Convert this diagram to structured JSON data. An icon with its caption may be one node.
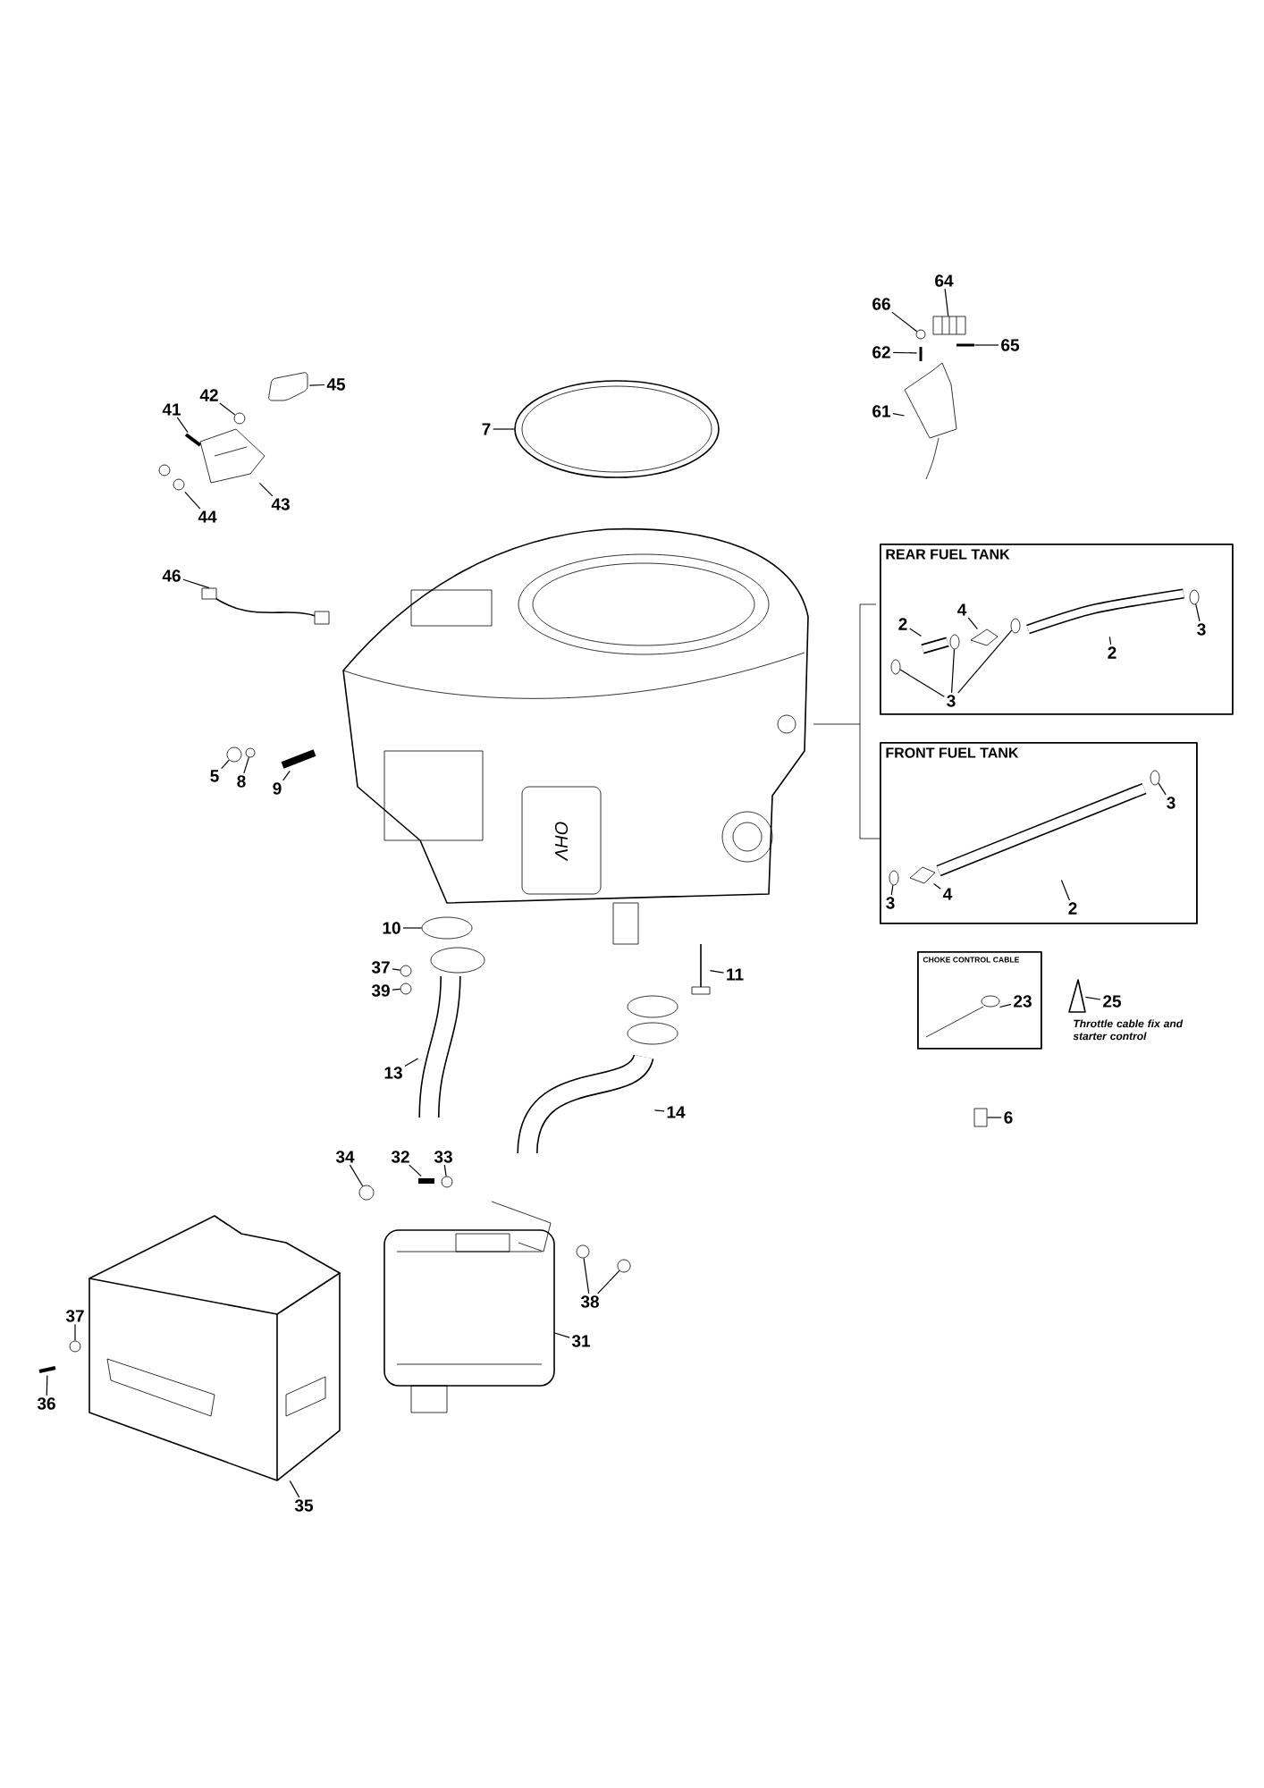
{
  "diagram": {
    "nodes": [
      {
        "text": [
          "64"
        ]
      },
      {
        "text": [
          "66"
        ]
      },
      {
        "text": [
          "41"
        ]
      },
      {
        "text": [
          "42"
        ]
      },
      {
        "text": [
          "45"
        ]
      },
      {
        "text": [
          "7"
        ]
      },
      {
        "text": [
          "65"
        ]
      },
      {
        "text": [
          "62"
        ]
      },
      {
        "text": [
          "61"
        ]
      },
      {
        "text": [
          "44"
        ]
      },
      {
        "text": [
          "43"
        ]
      },
      {
        "text": [
          "REAR FUEL TANK"
        ]
      },
      {
        "text": [
          "2"
        ],
        "in": 11
      },
      {
        "text": [
          "4"
        ],
        "in": 11
      },
      {
        "text": [
          "2"
        ],
        "in": 11
      },
      {
        "text": [
          "3"
        ],
        "in": 11
      },
      {
        "text": [
          "3"
        ],
        "in": 11
      },
      {
        "text": [
          "46"
        ]
      },
      {
        "text": [
          "5"
        ]
      },
      {
        "text": [
          "8"
        ]
      },
      {
        "text": [
          "9"
        ]
      },
      {
        "text": [
          "FRONT FUEL TANK"
        ]
      },
      {
        "text": [
          "3"
        ],
        "in": 21
      },
      {
        "text": [
          "2"
        ],
        "in": 21
      },
      {
        "text": [
          "3"
        ],
        "in": 21
      },
      {
        "text": [
          "4"
        ],
        "in": 21
      },
      {
        "text": [
          "10"
        ]
      },
      {
        "text": [
          "37"
        ]
      },
      {
        "text": [
          "39"
        ]
      },
      {
        "text": [
          "11"
        ]
      },
      {
        "text": [
          "CHOKE CONTROL CABLE"
        ]
      },
      {
        "text": [
          "23"
        ],
        "in": 30
      },
      {
        "text": [
          "25"
        ],
        "beside": [
          "Throttle cable fix and starter control"
        ]
      },
      {
        "text": [
          "13"
        ]
      },
      {
        "text": [
          "14"
        ]
      },
      {
        "text": [
          "6"
        ]
      },
      {
        "text": [
          "34"
        ]
      },
      {
        "text": [
          "32"
        ]
      },
      {
        "text": [
          "33"
        ]
      },
      {
        "text": [
          "38"
        ]
      },
      {
        "text": [
          "37"
        ]
      },
      {
        "text": [
          "36"
        ]
      },
      {
        "text": [
          "31"
        ]
      },
      {
        "text": [
          "35"
        ]
      },
      {
        "text": [],
        "shape": "picture"
      },
      {
        "text": [],
        "shape": "circle"
      },
      {
        "text": [],
        "shape": "picture"
      },
      {
        "text": [],
        "shape": "circle"
      },
      {
        "text": [],
        "shape": "picture"
      },
      {
        "text": [],
        "shape": "picture"
      },
      {
        "text": [],
        "shape": "picture"
      },
      {
        "text": [],
        "shape": "picture"
      },
      {
        "text": [],
        "shape": "picture"
      },
      {
        "text": [],
        "shape": "picture"
      },
      {
        "text": [],
        "shape": "picture"
      },
      {
        "text": [],
        "shape": "picture",
        "in": 11
      },
      {
        "text": [],
        "shape": "picture",
        "in": 11
      },
      {
        "text": [],
        "shape": "picture",
        "in": 11
      },
      {
        "text": [],
        "shape": "circle",
        "in": 11
      },
      {
        "text": [],
        "shape": "circle",
        "in": 11
      },
      {
        "text": [],
        "shape": "circle",
        "in": 11
      },
      {
        "text": [],
        "shape": "circle",
        "in": 11
      },
      {
        "text": [],
        "shape": "picture"
      },
      {
        "text": [],
        "shape": "circle"
      },
      {
        "text": [],
        "shape": "circle"
      },
      {
        "text": [],
        "shape": "picture"
      },
      {
        "text": [],
        "shape": "circle",
        "in": 21
      },
      {
        "text": [],
        "shape": "picture",
        "in": 21
      },
      {
        "text": [],
        "shape": "circle",
        "in": 21
      },
      {
        "text": [],
        "shape": "picture",
        "in": 21
      },
      {
        "text": [],
        "shape": "circle"
      },
      {
        "text": [],
        "shape": "circle"
      },
      {
        "text": [],
        "shape": "circle"
      },
      {
        "text": [],
        "shape": "picture"
      },
      {
        "text": [],
        "shape": "picture",
        "in": 30
      },
      {
        "text": [],
        "shape": "picture"
      },
      {
        "text": [],
        "shape": "picture"
      },
      {
        "text": [],
        "shape": "picture"
      },
      {
        "text": [],
        "shape": "box"
      },
      {
        "text": [],
        "shape": "circle"
      },
      {
        "text": [],
        "shape": "picture"
      },
      {
        "text": [],
        "shape": "circle"
      },
      {
        "text": [],
        "shape": "circle"
      },
      {
        "text": [],
        "shape": "circle"
      },
      {
        "text": [],
        "shape": "circle"
      },
      {
        "text": [],
        "shape": "picture"
      },
      {
        "text": [],
        "shape": "picture"
      },
      {
        "text": [],
        "shape": "picture"
      }
    ],
    "edges": [
      {
        "from": 0,
        "to": 44,
        "arrow": "none"
      },
      {
        "from": 1,
        "to": 45,
        "arrow": "none"
      },
      {
        "from": 2,
        "to": 46,
        "arrow": "none"
      },
      {
        "from": 3,
        "to": 47,
        "arrow": "none"
      },
      {
        "from": 4,
        "to": 48,
        "arrow": "none"
      },
      {
        "from": 5,
        "to": 49,
        "arrow": "none"
      },
      {
        "from": 6,
        "to": 50,
        "arrow": "none"
      },
      {
        "from": 7,
        "to": 51,
        "arrow": "none"
      },
      {
        "from": 8,
        "to": 52,
        "arrow": "none"
      },
      {
        "from": 9,
        "to": 53,
        "arrow": "none"
      },
      {
        "from": 10,
        "to": 54,
        "arrow": "none"
      },
      {
        "from": 12,
        "to": 55,
        "arrow": "none"
      },
      {
        "from": 13,
        "to": 56,
        "arrow": "none"
      },
      {
        "from": 14,
        "to": 57,
        "arrow": "none"
      },
      {
        "from": 15,
        "to": 58,
        "arrow": "none"
      },
      {
        "from": 16,
        "to": 59,
        "arrow": "none"
      },
      {
        "from": 16,
        "to": 60,
        "arrow": "none"
      },
      {
        "from": 16,
        "to": 61,
        "arrow": "none"
      },
      {
        "from": 17,
        "to": 62,
        "arrow": "none"
      },
      {
        "from": 18,
        "to": 63,
        "arrow": "none"
      },
      {
        "from": 19,
        "to": 64,
        "arrow": "none"
      },
      {
        "from": 20,
        "to": 65,
        "arrow": "none"
      },
      {
        "from": 22,
        "to": 66,
        "arrow": "none"
      },
      {
        "from": 23,
        "to": 67,
        "arrow": "none"
      },
      {
        "from": 24,
        "to": 68,
        "arrow": "none"
      },
      {
        "from": 25,
        "to": 69,
        "arrow": "none"
      },
      {
        "from": 26,
        "to": 70,
        "arrow": "none"
      },
      {
        "from": 27,
        "to": 71,
        "arrow": "none"
      },
      {
        "from": 28,
        "to": 72,
        "arrow": "none"
      },
      {
        "from": 29,
        "to": 73,
        "arrow": "none"
      },
      {
        "from": 31,
        "to": 74,
        "arrow": "none"
      },
      {
        "from": 32,
        "to": 75,
        "arrow": "none"
      },
      {
        "from": 33,
        "to": 76,
        "arrow": "none"
      },
      {
        "from": 34,
        "to": 77,
        "arrow": "none"
      },
      {
        "from": 35,
        "to": 78,
        "arrow": "none"
      },
      {
        "from": 36,
        "to": 79,
        "arrow": "none"
      },
      {
        "from": 37,
        "to": 80,
        "arrow": "none"
      },
      {
        "from": 38,
        "to": 81,
        "arrow": "none"
      },
      {
        "from": 39,
        "to": 82,
        "arrow": "none"
      },
      {
        "from": 39,
        "to": 83,
        "arrow": "none"
      },
      {
        "from": 40,
        "to": 84,
        "arrow": "none"
      },
      {
        "from": 41,
        "to": 85,
        "arrow": "none"
      },
      {
        "from": 42,
        "to": 86,
        "arrow": "none"
      },
      {
        "from": 43,
        "to": 87,
        "arrow": "none"
      }
    ],
    "labels": [
      "OHV"
    ]
  }
}
